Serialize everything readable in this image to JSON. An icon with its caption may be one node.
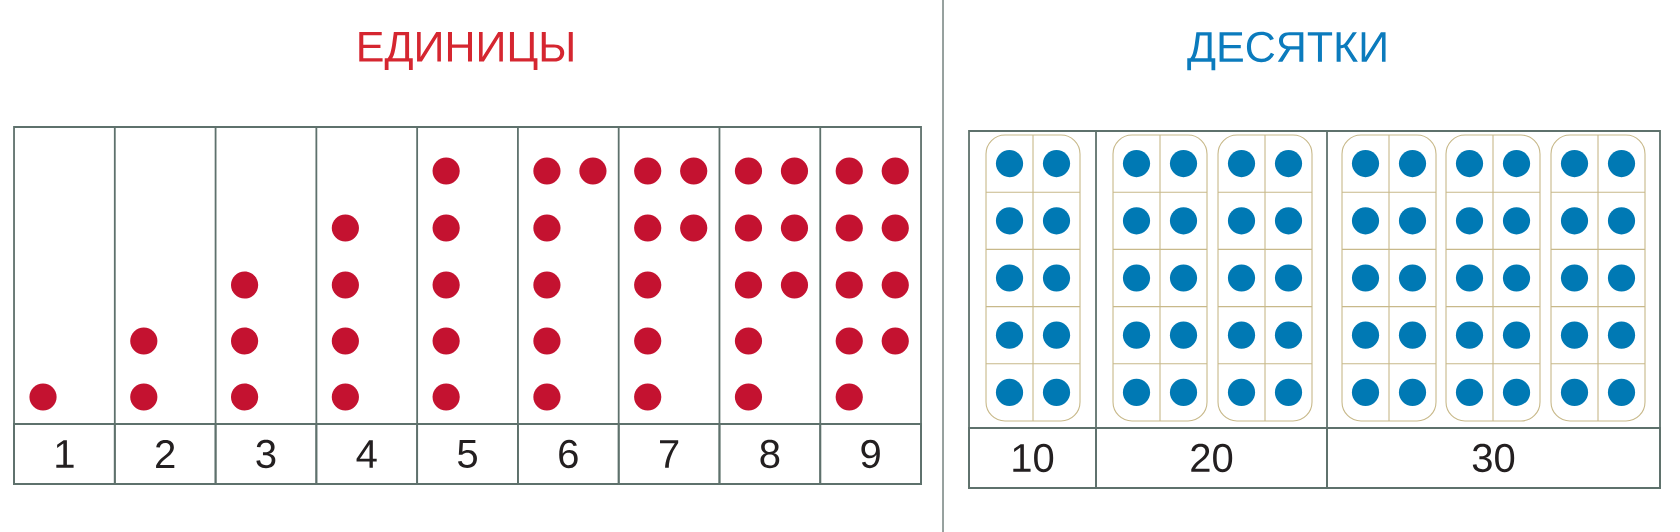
{
  "diagram": {
    "nodes": [
      {
        "text": [
          "ЕДИНИЦЫ"
        ]
      },
      {
        "text": [
          "1"
        ],
        "in": 0
      },
      {
        "text": [
          "2"
        ],
        "in": 0
      },
      {
        "text": [
          "3"
        ],
        "in": 0
      },
      {
        "text": [
          "4"
        ],
        "in": 0
      },
      {
        "text": [
          "5"
        ],
        "in": 0
      },
      {
        "text": [
          "6"
        ],
        "in": 0
      },
      {
        "text": [
          "7"
        ],
        "in": 0
      },
      {
        "text": [
          "8"
        ],
        "in": 0
      },
      {
        "text": [
          "9"
        ],
        "in": 0
      },
      {
        "text": [
          "ДЕСЯТКИ"
        ]
      },
      {
        "text": [
          "10"
        ],
        "in": 10
      },
      {
        "text": [
          "20"
        ],
        "in": 10
      },
      {
        "text": [
          "30"
        ],
        "in": 10
      }
    ]
  }
}
